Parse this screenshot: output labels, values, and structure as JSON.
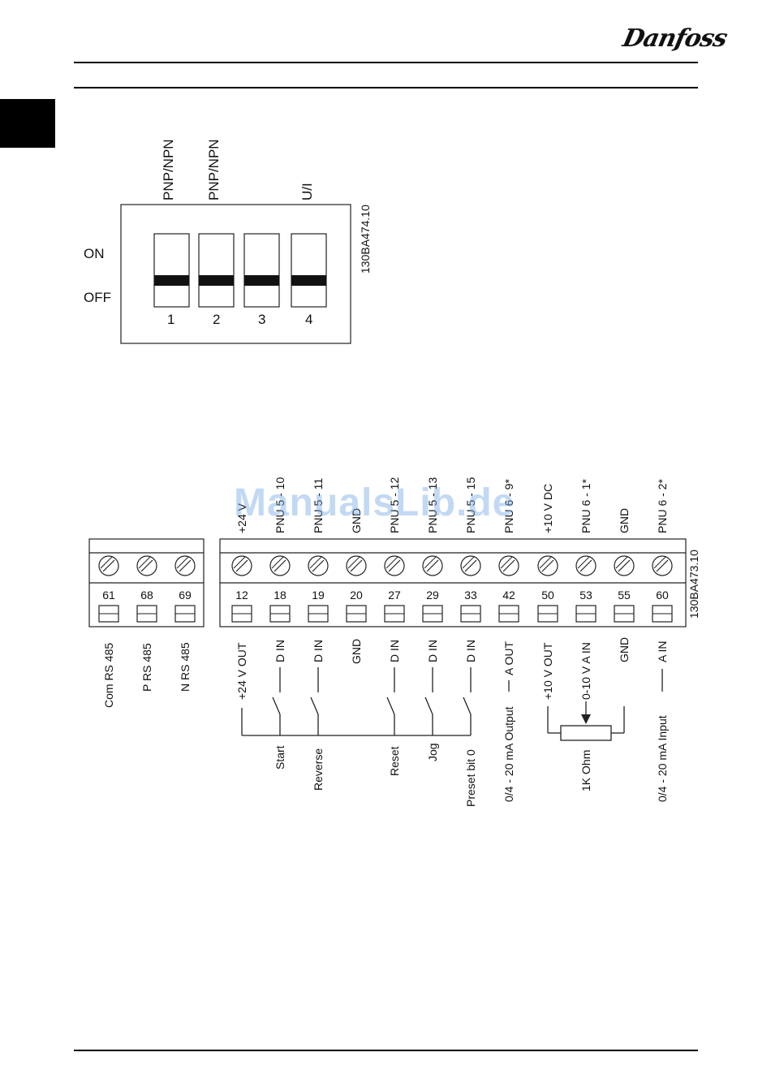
{
  "header": {
    "brand": "Danfoss"
  },
  "dip_switch": {
    "figure_id": "130BA474.10",
    "top_labels": [
      "PNP/NPN",
      "PNP/NPN",
      "U/I"
    ],
    "state_labels": {
      "on": "ON",
      "off": "OFF"
    },
    "switch_numbers": [
      "1",
      "2",
      "3",
      "4"
    ]
  },
  "terminals": {
    "figure_id": "130BA473.10",
    "rs485": {
      "numbers": [
        "61",
        "68",
        "69"
      ],
      "labels": [
        "Com RS 485",
        "P RS 485",
        "N RS 485"
      ]
    },
    "main": {
      "top_labels": [
        "+24 V",
        "PNU 5 - 10",
        "PNU 5 - 11",
        "GND",
        "PNU 5 - 12",
        "PNU 5 - 13",
        "PNU 5 - 15",
        "PNU 6 - 9*",
        "+10 V DC",
        "PNU 6 - 1*",
        "GND",
        "PNU 6 - 2*"
      ],
      "numbers": [
        "12",
        "18",
        "19",
        "20",
        "27",
        "29",
        "33",
        "42",
        "50",
        "53",
        "55",
        "60"
      ],
      "bottom_labels": [
        "+24 V OUT",
        "D IN",
        "D IN",
        "GND",
        "D IN",
        "D IN",
        "D IN",
        "A OUT",
        "+10 V OUT",
        "0-10 V A IN",
        "GND",
        "A IN"
      ]
    },
    "wiring_labels": {
      "start": "Start",
      "reverse": "Reverse",
      "reset": "Reset",
      "jog": "Jog",
      "preset": "Preset bit 0",
      "aout": "0/4 - 20 mA Output",
      "pot": "1K Ohm",
      "ain": "0/4 - 20 mA Input"
    }
  },
  "watermark": "ManualsLib.de"
}
